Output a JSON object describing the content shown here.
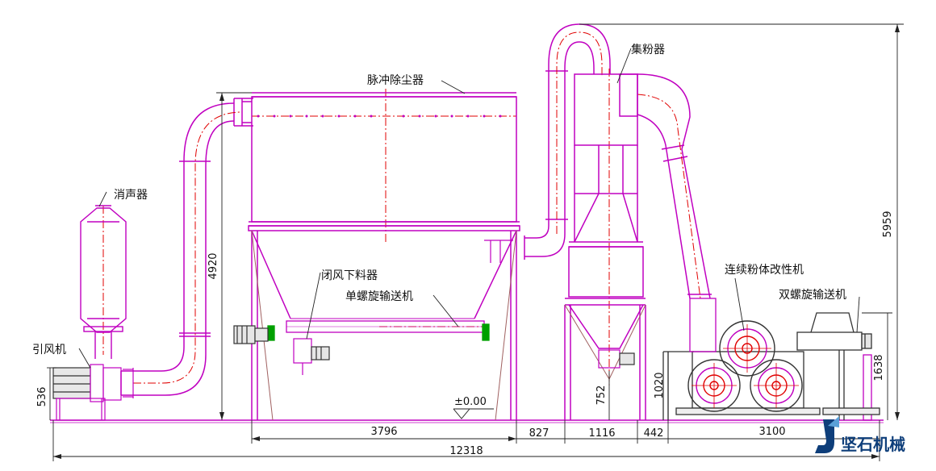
{
  "labels": {
    "pulse_dust_collector": "脉冲除尘器",
    "powder_collector": "集粉器",
    "silencer": "消声器",
    "airlock_feeder": "闭风下料器",
    "single_screw_conveyor": "单螺旋输送机",
    "continuous_modifier": "连续粉体改性机",
    "twin_screw_conveyor": "双螺旋输送机",
    "induced_fan": "引风机"
  },
  "dimensions": {
    "h_4920": "4920",
    "h_5959": "5959",
    "h_1638": "1638",
    "h_1020": "1020",
    "h_752": "752",
    "h_536": "536",
    "w_3796": "3796",
    "w_827": "827",
    "w_1116": "1116",
    "w_442": "442",
    "w_3100": "3100",
    "w_12318": "12318",
    "level": "±0.00"
  },
  "brand": {
    "name": "坚石机械"
  },
  "colors": {
    "equipment": "#c000c0",
    "centerline": "#e00000",
    "dimension": "#222222",
    "motor": "#333333",
    "flange_green": "#00a000",
    "brand_blue": "#0e3e7a"
  }
}
